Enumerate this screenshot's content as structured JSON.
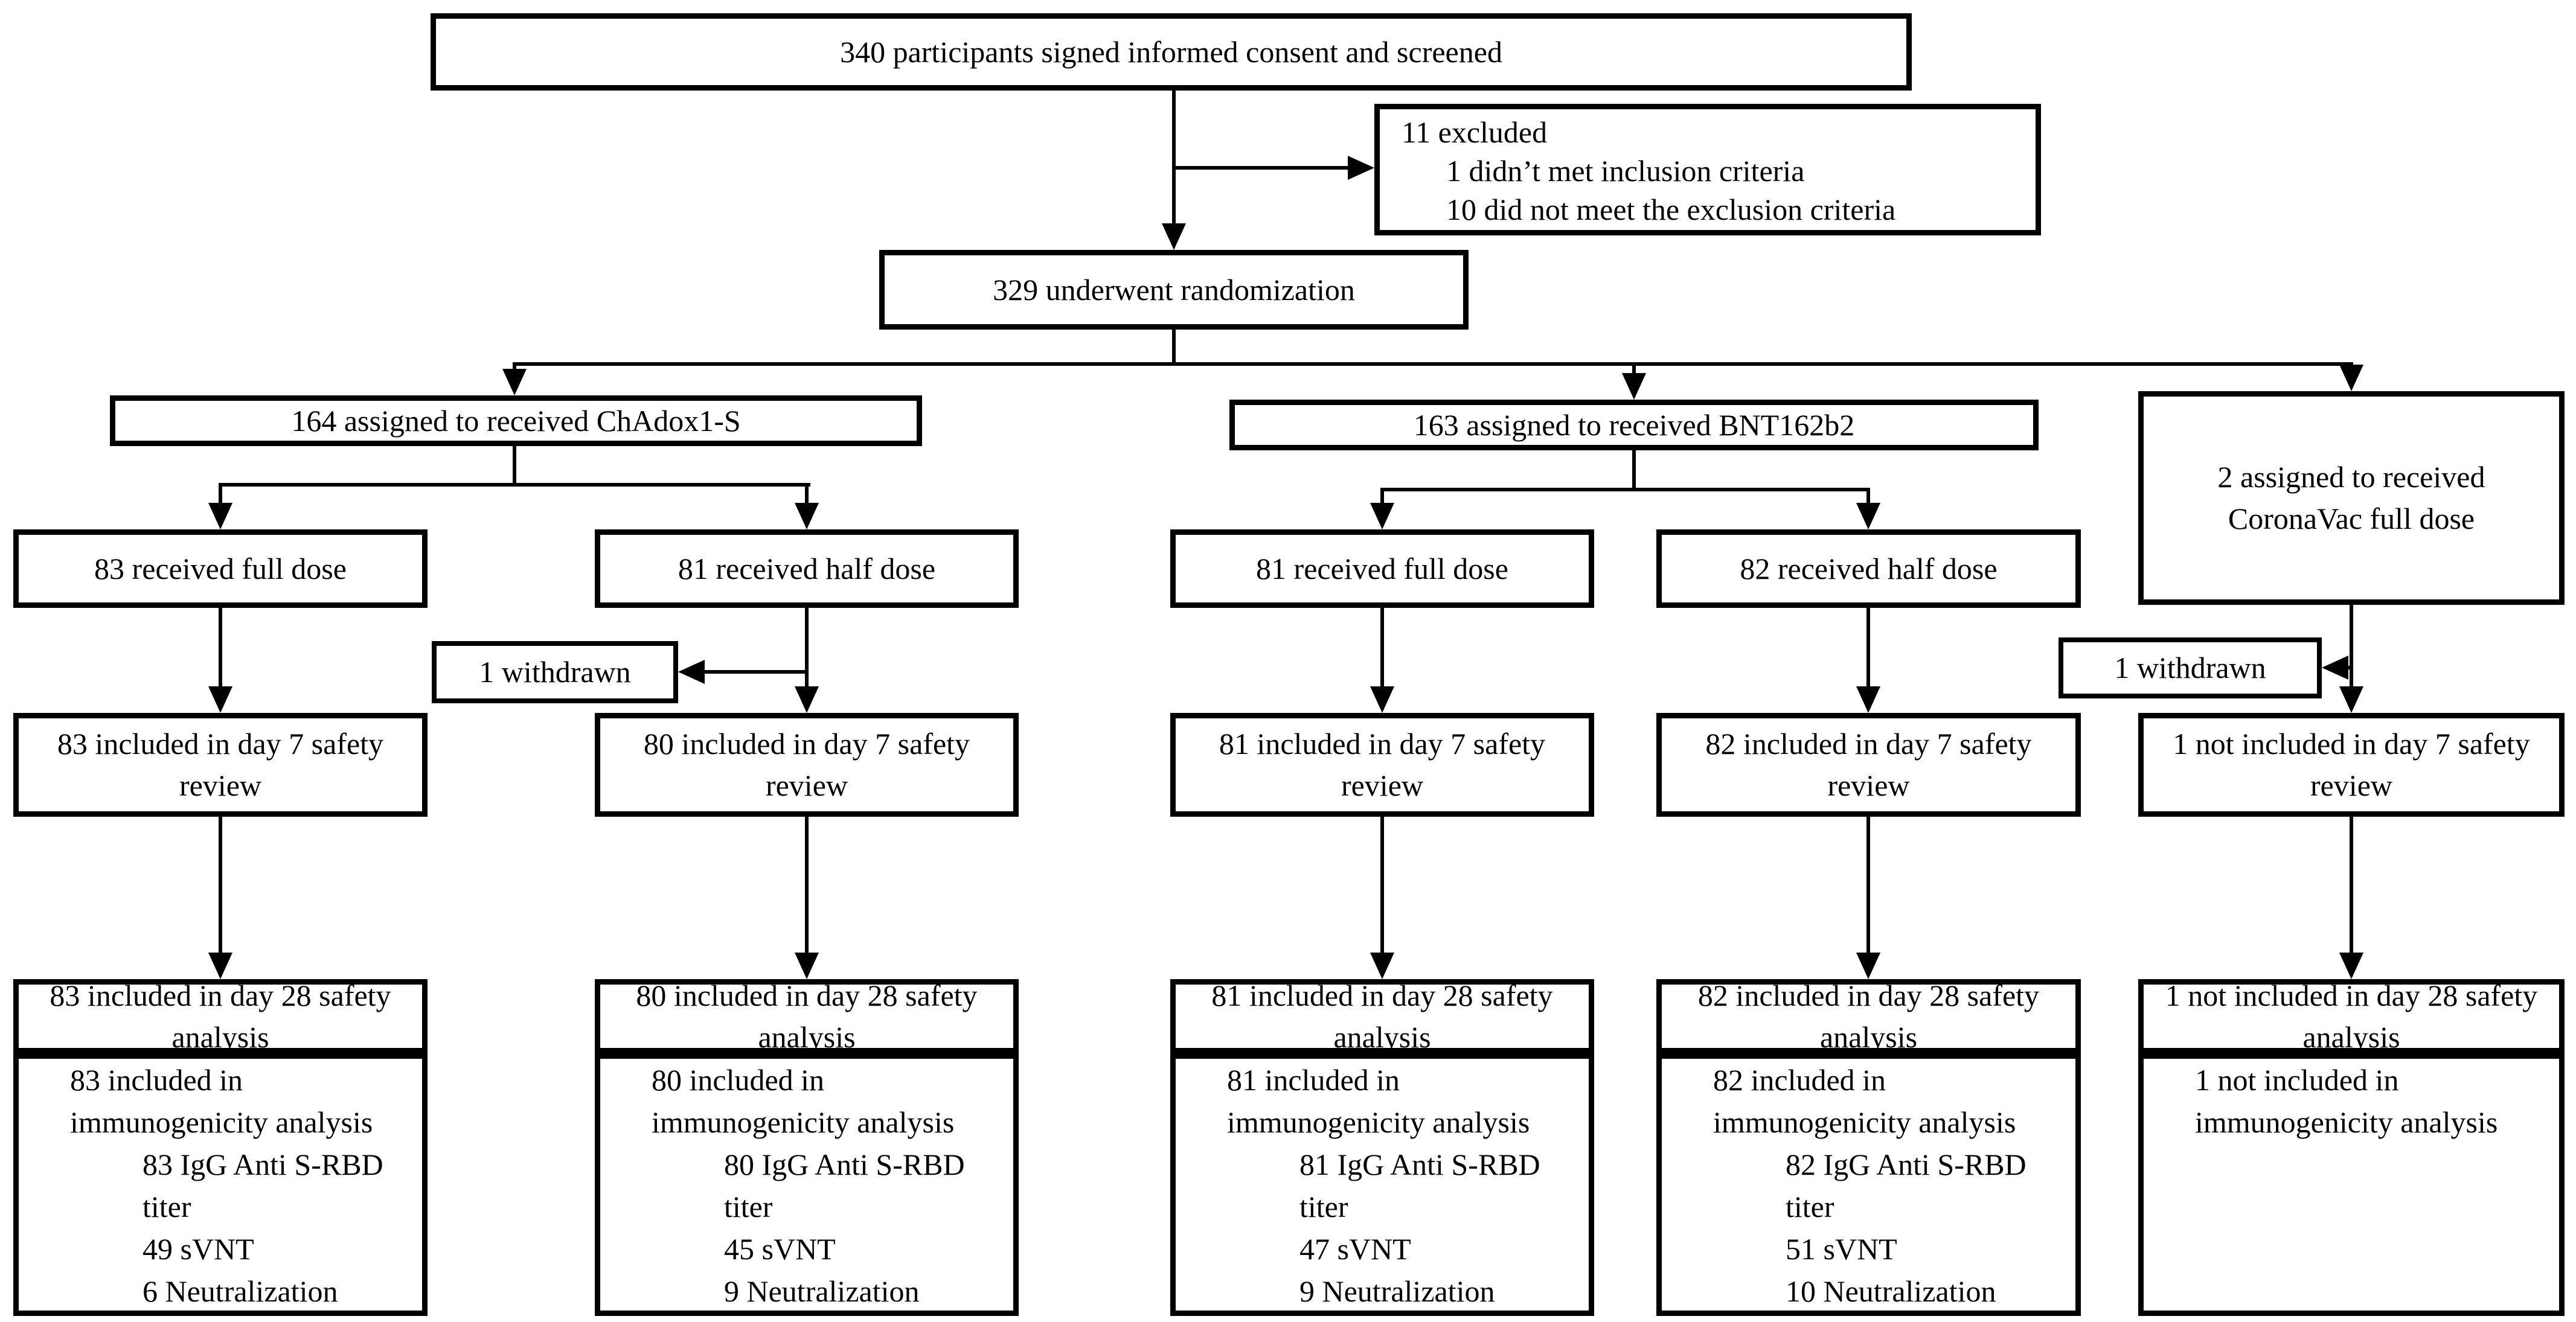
{
  "colors": {
    "line": "#000000",
    "box_border": "#000000",
    "background": "#ffffff",
    "text": "#000000"
  },
  "boxes": {
    "screened": "340 participants signed informed consent and screened",
    "excluded": {
      "lines": [
        "11 excluded",
        "1 didn’t met inclusion criteria",
        "10 did not meet the exclusion criteria"
      ]
    },
    "randomized": "329 underwent randomization",
    "arm_chadox": "164 assigned to received ChAdox1-S",
    "arm_bnt": "163 assigned to received BNT162b2",
    "arm_coronavac": "2 assigned to received CoronaVac full dose",
    "withdrawn_chadox_half": "1 withdrawn",
    "withdrawn_coronavac": "1 withdrawn"
  },
  "columns": [
    {
      "dose": "83 received full dose",
      "day7": "83 included in day 7 safety review",
      "day28": "83 included in day 28  safety analysis",
      "immuno": {
        "l1": "83 included in",
        "l2": "immunogenicity analysis",
        "items": [
          "83 IgG Anti S-RBD titer",
          "49 sVNT",
          "6 Neutralization"
        ]
      }
    },
    {
      "dose": "81 received half dose",
      "day7": "80 included in day 7 safety review",
      "day28": "80 included in day 28  safety analysis",
      "immuno": {
        "l1": "80 included in",
        "l2": "immunogenicity analysis",
        "items": [
          "80 IgG Anti S-RBD titer",
          "45 sVNT",
          "9 Neutralization"
        ]
      }
    },
    {
      "dose": "81 received full dose",
      "day7": "81 included in day 7 safety review",
      "day28": "81 included in day 28  safety analysis",
      "immuno": {
        "l1": "81 included in",
        "l2": "immunogenicity analysis",
        "items": [
          "81 IgG Anti S-RBD titer",
          "47 sVNT",
          "9 Neutralization"
        ]
      }
    },
    {
      "dose": "82 received half dose",
      "day7": "82 included in day 7 safety review",
      "day28": "82 included in day 28  safety analysis",
      "immuno": {
        "l1": "82 included in",
        "l2": "immunogenicity analysis",
        "items": [
          "82 IgG Anti S-RBD titer",
          "51 sVNT",
          "10 Neutralization"
        ]
      }
    },
    {
      "day7": "1 not included in day 7 safety review",
      "day28": "1 not included in day 28 safety analysis",
      "immuno": {
        "l1": "1 not included in",
        "l2": "immunogenicity analysis",
        "items": []
      }
    }
  ]
}
